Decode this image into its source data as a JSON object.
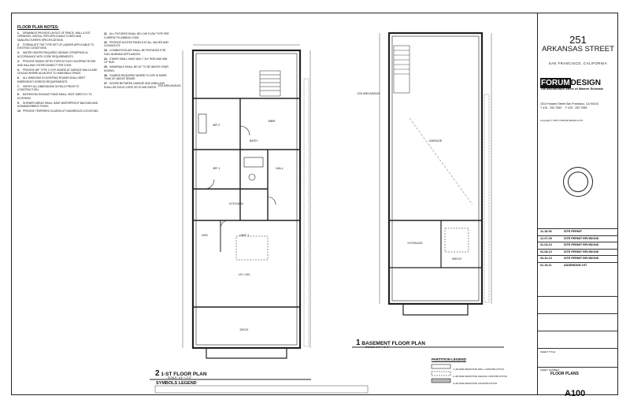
{
  "notes": {
    "heading": "FLOOR PLAN NOTES:",
    "items": [
      {
        "n": "1.",
        "t": "DRAWINGS PROVIDE LAYOUT OF SPACE, WALL & EXT. OPENINGS. INSTALL PER APPLICABLE CODES AND MANUFACTURERS SPECIFICATIONS."
      },
      {
        "n": "2.",
        "t": "FORMULATE THE TYPE SET OF LADDER APPLICABLE TO EXISTING CONDITIONS."
      },
      {
        "n": "3.",
        "t": "WATER HEATER REQUIRED SEISMIC STRAPPING IN ACCORDANCE WITH CODE REQUIREMENTS."
      },
      {
        "n": "4.",
        "t": "PROVIDE SMOKE DETECTORS AT EACH SLEEPING ROOM AND HALLWAY. INTERCONNECT PER CODE."
      },
      {
        "n": "5.",
        "t": "PROVIDE 5/8\" TYPE X GYP. BOARD AT GARAGE WALLS AND CEILING WHERE ADJACENT TO HABITABLE SPACE."
      },
      {
        "n": "6.",
        "t": "ALL WINDOWS IN SLEEPING ROOMS SHALL MEET EMERGENCY EGRESS REQUIREMENTS."
      },
      {
        "n": "7.",
        "t": "VERIFY ALL DIMENSIONS IN FIELD PRIOR TO CONSTRUCTION."
      },
      {
        "n": "8.",
        "t": "BATHROOM EXHAUST FANS SHALL VENT DIRECTLY TO EXTERIOR."
      },
      {
        "n": "9.",
        "t": "SHOWER AREAS SHALL HAVE WATERPROOF BACKING AND NONABSORBENT FINISH."
      },
      {
        "n": "10.",
        "t": "PROVIDE TEMPERED GLAZING AT HAZARDOUS LOCATIONS."
      }
    ],
    "items2": [
      {
        "n": "21.",
        "t": "ALL FIXTURES SHALL BE LOW FLOW TYPE PER CURRENT PLUMBING CODE."
      },
      {
        "n": "22.",
        "t": "PROVIDE ACCESS PANELS AT ALL VALVES AND CLEANOUTS."
      },
      {
        "n": "23.",
        "t": "COMBUSTION AIR SHALL BE PROVIDED FOR FUEL BURNING APPLIANCES."
      },
      {
        "n": "24.",
        "t": "STAIRS SHALL HAVE MAX 7 3/4\" RISE AND MIN 10\" RUN."
      },
      {
        "n": "25.",
        "t": "HANDRAILS SHALL BE 34\" TO 38\" ABOVE STAIR NOSING."
      },
      {
        "n": "26.",
        "t": "GUARDS REQUIRED WHERE FLOOR IS MORE THAN 30\" ABOVE GRADE."
      },
      {
        "n": "27.",
        "t": "DOORS BETWEEN GARAGE AND DWELLING SHALL BE SOLID CORE OR 20 MIN RATED."
      }
    ]
  },
  "plan1": {
    "number": "2",
    "title": "1-ST FLOOR PLAN",
    "scale": "SCALE: 1/4\" = 1'-0\"",
    "rooms": [
      "BR 2",
      "BR 1",
      "BATH",
      "MBR",
      "UNIT 1",
      "LR / DN",
      "KITCHEN",
      "DECK",
      "HALL",
      "W/D"
    ],
    "neighbor": "233 ARKANSAS"
  },
  "plan2": {
    "number": "1",
    "title": "BASEMENT FLOOR PLAN",
    "scale": "SCALE: 1/4\" = 1'-0\"",
    "rooms": [
      "GARAGE",
      "STORAGE",
      "MECH"
    ],
    "neighbor": "233 ARKANSAS"
  },
  "legend": {
    "symbols_title": "SYMBOLS LEGEND",
    "partition_title": "PARTITION LEGEND",
    "partition_items": [
      "1 HR FIRE RESISTIVE WALL CONSTRUCTION",
      "1 HR FIRE RESISTIVE CEILING CONSTRUCTION",
      "2 HR FIRE RESISTIVE CONSTRUCTION"
    ]
  },
  "titleblock": {
    "address_number": "251",
    "street": "ARKANSAS STREET",
    "city": "SAN FRANCISCO, CALIFORNIA",
    "firm_box": "FORUM",
    "firm_rest": "DESIGN",
    "firm_tagline": "The architecture office of Warner Schmalz",
    "office_address": "1014 Howard Street   San Francisco, CA  94103",
    "phone": "T 415 . 252.7063",
    "fax": "F 415 . 252.7065",
    "copyright": "Copyright © 2007 FORUM DESIGN LTD.",
    "revisions": [
      {
        "date": "11-18-09",
        "desc": "SITE PERMIT"
      },
      {
        "date": "12-07-09",
        "desc": "SITE PERMIT REVISIONS"
      },
      {
        "date": "01-04-10",
        "desc": "SITE PERMIT REVISIONS"
      },
      {
        "date": "02-08-10",
        "desc": "SITE PERMIT REVISIONS"
      },
      {
        "date": "03-31-10",
        "desc": "SITE PERMIT REVISIONS"
      },
      {
        "date": "01-19-11",
        "desc": "ADDENDUM 1ST"
      }
    ],
    "sheet_title_label": "SHEET TITLE:",
    "sheet_title": "FLOOR PLANS",
    "sheet_number_label": "SHEET NUMBER:",
    "sheet_number": "A100"
  }
}
